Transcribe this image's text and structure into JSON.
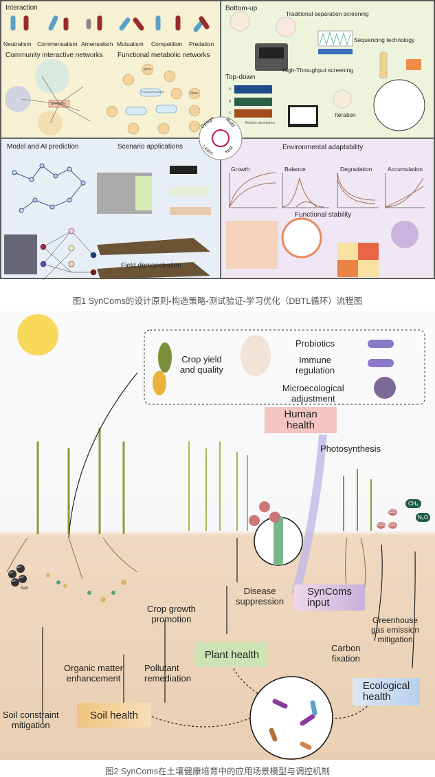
{
  "figure1": {
    "interaction": {
      "title": "Interaction",
      "types": [
        "Neutralism",
        "Commensalism",
        "Amensalism",
        "Mutualism",
        "Competition",
        "Predation"
      ]
    },
    "community_networks": {
      "title": "Community interactive networks",
      "center": "SynComs"
    },
    "metabolic_networks": {
      "title": "Functional metabolic networks",
      "nodes": {
        "gene": "gene",
        "tf": "Transcription factor",
        "meta": "Meta"
      }
    },
    "bottom_up": "Bottom-up",
    "traditional": "Traditional separation screening",
    "sequencing": "Sequencing technology",
    "high_throughput": "High-Throughput screening",
    "top_down": "Top-down",
    "rows": [
      "A",
      "B",
      "C"
    ],
    "relative_abundance": "Relative abundance",
    "iteration": "Iteration",
    "model_ai": "Model and AI prediction",
    "scenario": "Scenario applications",
    "field": "Field demonstration",
    "env_adapt": "Environmental adaptability",
    "curves": [
      "Growth",
      "Balance",
      "Degradation",
      "Accumulation"
    ],
    "functional_stability": "Functional stability",
    "dbtl": [
      "Design",
      "Build",
      "Test",
      "Learn"
    ],
    "caption": "图1 SynComs的设计原则-构造策略-测试验证-学习优化（DBTL循环）流程图"
  },
  "figure2": {
    "crop_yield": "Crop yield\nand quality",
    "probiotics": "Probiotics",
    "immune": "Immune\nregulation",
    "microeco": "Microecological\nadjustment",
    "human_health": "Human\nhealth",
    "photosynthesis": "Photosynthesis",
    "gases": [
      "CO₂",
      "CO₂",
      "CO₂",
      "CH₄",
      "N₂O"
    ],
    "ions": [
      "Al³⁺",
      "Al³⁺",
      "Al³⁺",
      "Al³⁺"
    ],
    "salt": "Salt",
    "disease": "Disease\nsuppression",
    "syncoms_input": "SynComs\ninput",
    "crop_growth": "Crop growth\npromotion",
    "plant_health": "Plant health",
    "carbon": "Carbon\nfixation",
    "greenhouse": "Greenhouse\ngas emission\nmitigation",
    "ecological_health": "Ecological\nhealth",
    "organic": "Organic matter\nenhancement",
    "pollutant": "Pollutant\nremediation",
    "soil_constraint": "Soil constraint\nmitigation",
    "soil_health": "Soil health",
    "caption": "图2 SynComs在土壤健康培育中的应用场景模型与调控机制"
  },
  "colors": {
    "panel_yellow": "#f6f1d3",
    "panel_green": "#eef4dc",
    "panel_blue": "#e7eef6",
    "panel_purple": "#efe7f4",
    "soil": "#ecd3b8"
  }
}
